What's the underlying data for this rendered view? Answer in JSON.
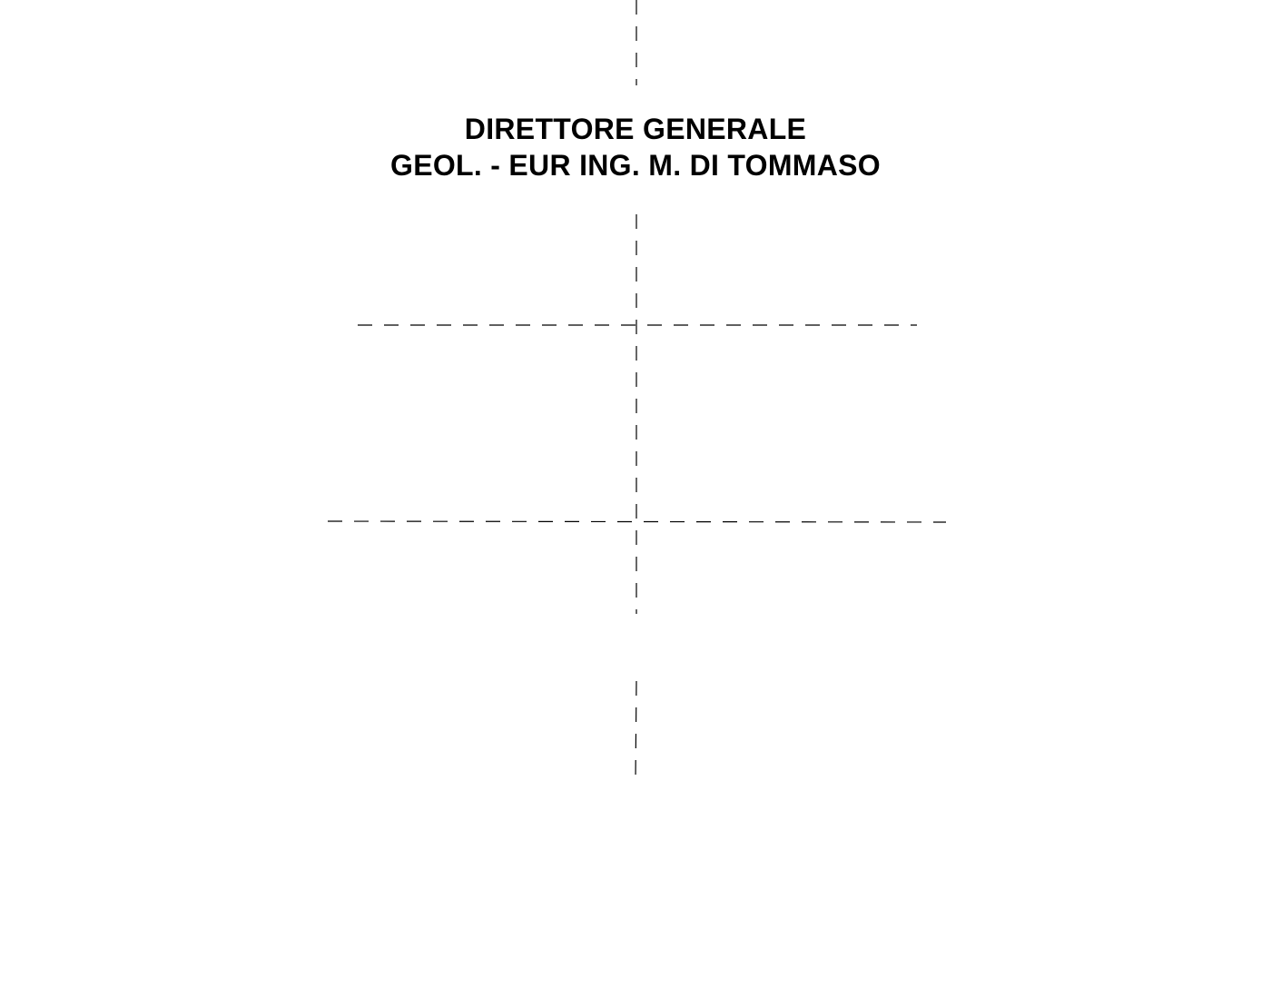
{
  "director_node": {
    "title": "DIRETTORE GENERALE",
    "name": "GEOL. - EUR ING. M. DI TOMMASO"
  },
  "connectors": {
    "style": "dashed",
    "color": "#000000"
  }
}
